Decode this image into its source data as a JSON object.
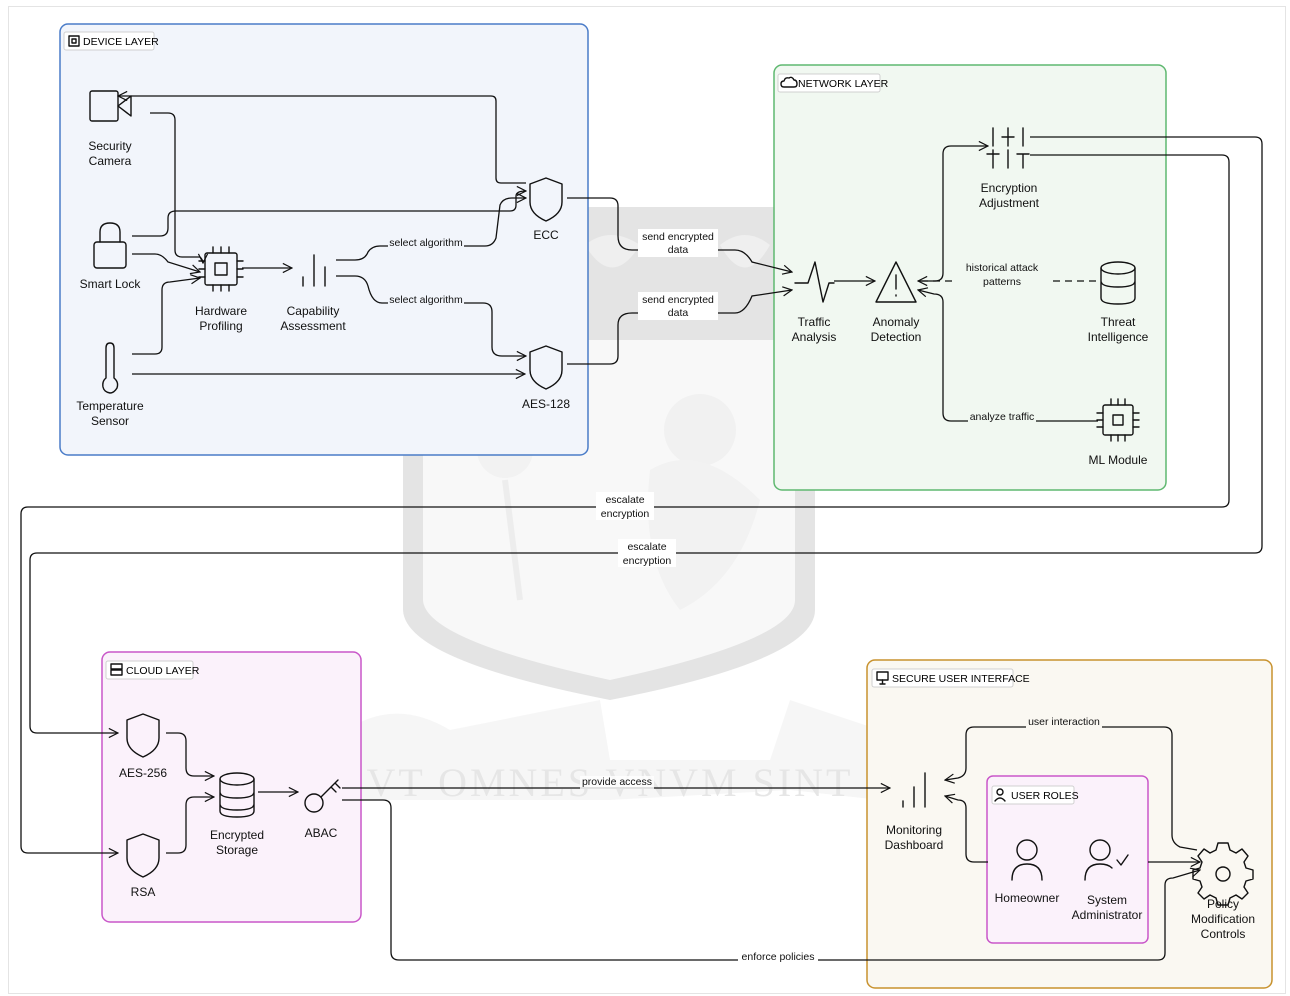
{
  "watermark": {
    "motto": "VT OMNES VNVM SINT",
    "name": "crest-watermark"
  },
  "layers": {
    "device": {
      "title": "DEVICE LAYER",
      "color": "#4a7cc8",
      "fill": "#f2f5fb"
    },
    "network": {
      "title": "NETWORK LAYER",
      "color": "#5fb870",
      "fill": "#f1f8f1"
    },
    "cloud": {
      "title": "CLOUD LAYER",
      "color": "#c957c9",
      "fill": "#fbf2fb"
    },
    "ui": {
      "title": "SECURE USER INTERFACE",
      "color": "#c8922e",
      "fill": "#faf8f2"
    },
    "roles": {
      "title": "USER ROLES",
      "color": "#c957c9",
      "fill": "#fbf2fb"
    }
  },
  "nodes": {
    "security_camera": [
      "Security",
      "Camera"
    ],
    "smart_lock": [
      "Smart Lock"
    ],
    "temperature_sensor": [
      "Temperature",
      "Sensor"
    ],
    "hardware_profiling": [
      "Hardware",
      "Profiling"
    ],
    "capability_assessment": [
      "Capability",
      "Assessment"
    ],
    "ecc": [
      "ECC"
    ],
    "aes128": [
      "AES-128"
    ],
    "traffic_analysis": [
      "Traffic",
      "Analysis"
    ],
    "anomaly_detection": [
      "Anomaly",
      "Detection"
    ],
    "encryption_adjustment": [
      "Encryption",
      "Adjustment"
    ],
    "threat_intelligence": [
      "Threat",
      "Intelligence"
    ],
    "ml_module": [
      "ML Module"
    ],
    "aes256": [
      "AES-256"
    ],
    "rsa": [
      "RSA"
    ],
    "encrypted_storage": [
      "Encrypted",
      "Storage"
    ],
    "abac": [
      "ABAC"
    ],
    "monitoring_dashboard": [
      "Monitoring",
      "Dashboard"
    ],
    "homeowner": [
      "Homeowner"
    ],
    "system_administrator": [
      "System",
      "Administrator"
    ],
    "policy_controls": [
      "Policy",
      "Modification",
      "Controls"
    ]
  },
  "edges": {
    "select_algorithm_ecc": "select algorithm",
    "select_algorithm_aes": "select algorithm",
    "send_encrypted_1": [
      "send encrypted",
      "data"
    ],
    "send_encrypted_2": [
      "send encrypted",
      "data"
    ],
    "historical_attack": [
      "historical attack",
      "patterns"
    ],
    "analyze_traffic": "analyze traffic",
    "escalate_1": [
      "escalate",
      "encryption"
    ],
    "escalate_2": [
      "escalate",
      "encryption"
    ],
    "provide_access": "provide access",
    "user_interaction": "user interaction",
    "enforce_policies": "enforce policies"
  }
}
